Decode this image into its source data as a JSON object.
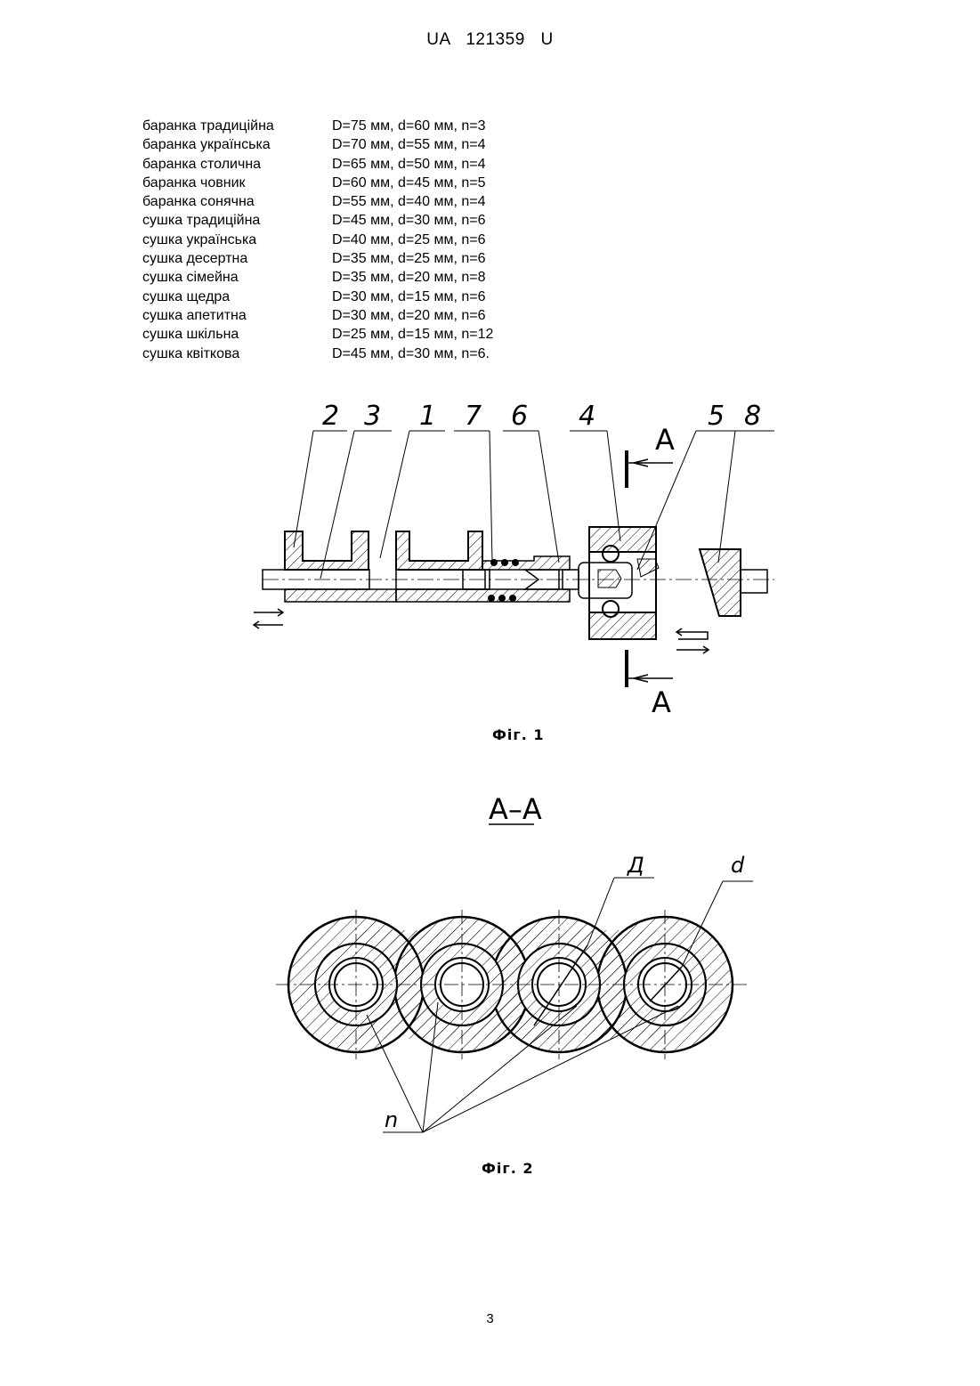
{
  "header": {
    "doc_code": "UA   121359   U"
  },
  "specs": [
    {
      "name": "баранка традиційна",
      "dims": "D=75 мм, d=60 мм, n=3"
    },
    {
      "name": "баранка українська",
      "dims": "D=70 мм, d=55 мм, n=4"
    },
    {
      "name": "баранка столична",
      "dims": "D=65 мм, d=50 мм, n=4"
    },
    {
      "name": "баранка човник",
      "dims": "D=60 мм, d=45 мм, n=5"
    },
    {
      "name": "баранка сонячна",
      "dims": "D=55 мм, d=40 мм, n=4"
    },
    {
      "name": "сушка традиційна",
      "dims": "D=45 мм, d=30 мм, n=6"
    },
    {
      "name": "сушка українська",
      "dims": "D=40 мм, d=25 мм, n=6"
    },
    {
      "name": "сушка десертна",
      "dims": "D=35 мм, d=25 мм, n=6"
    },
    {
      "name": "сушка сімейна",
      "dims": "D=35 мм, d=20 мм, n=8"
    },
    {
      "name": "сушка щедра",
      "dims": "D=30 мм, d=15 мм, n=6"
    },
    {
      "name": "сушка апетитна",
      "dims": "D=30 мм, d=20 мм, n=6"
    },
    {
      "name": "сушка шкільна",
      "dims": "D=25 мм, d=15 мм, n=12"
    },
    {
      "name": "сушка квіткова",
      "dims": "D=45 мм, d=30 мм, n=6."
    }
  ],
  "figure1": {
    "caption": "Фіг. 1",
    "callouts": [
      "2",
      "3",
      "1",
      "7",
      "6",
      "4",
      "5",
      "8"
    ],
    "section_mark": "A"
  },
  "figure2": {
    "caption": "Фіг. 2",
    "section_title": "A–A",
    "label_D": "Д",
    "label_d": "d",
    "label_n": "n"
  },
  "page_number": "3"
}
